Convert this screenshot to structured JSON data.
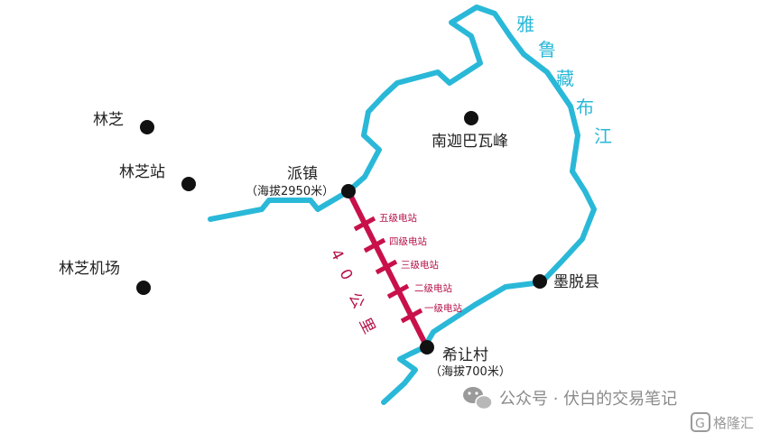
{
  "places": {
    "linzhi": "林芝",
    "linzhi_station": "林芝站",
    "linzhi_airport": "林芝机场",
    "paizhen": "派镇",
    "paizhen_altitude": "（海拔2950米）",
    "namcha_barwa": "南迦巴瓦峰",
    "medog": "墨脱县",
    "xirang": "希让村",
    "xirang_altitude": "（海拔700米）"
  },
  "river": {
    "chars": [
      "雅",
      "鲁",
      "藏",
      "布",
      "江"
    ]
  },
  "stations": [
    "五级电站",
    "四级电站",
    "三级电站",
    "二级电站",
    "一级电站"
  ],
  "distance": {
    "chars": [
      "4",
      "0",
      "公",
      "里"
    ]
  },
  "watermark": {
    "text": "公众号 · 伏白的交易笔记",
    "logo": "格隆汇"
  },
  "colors": {
    "river": "#2ab8d8",
    "route": "#c8114a",
    "dot": "#111111"
  }
}
